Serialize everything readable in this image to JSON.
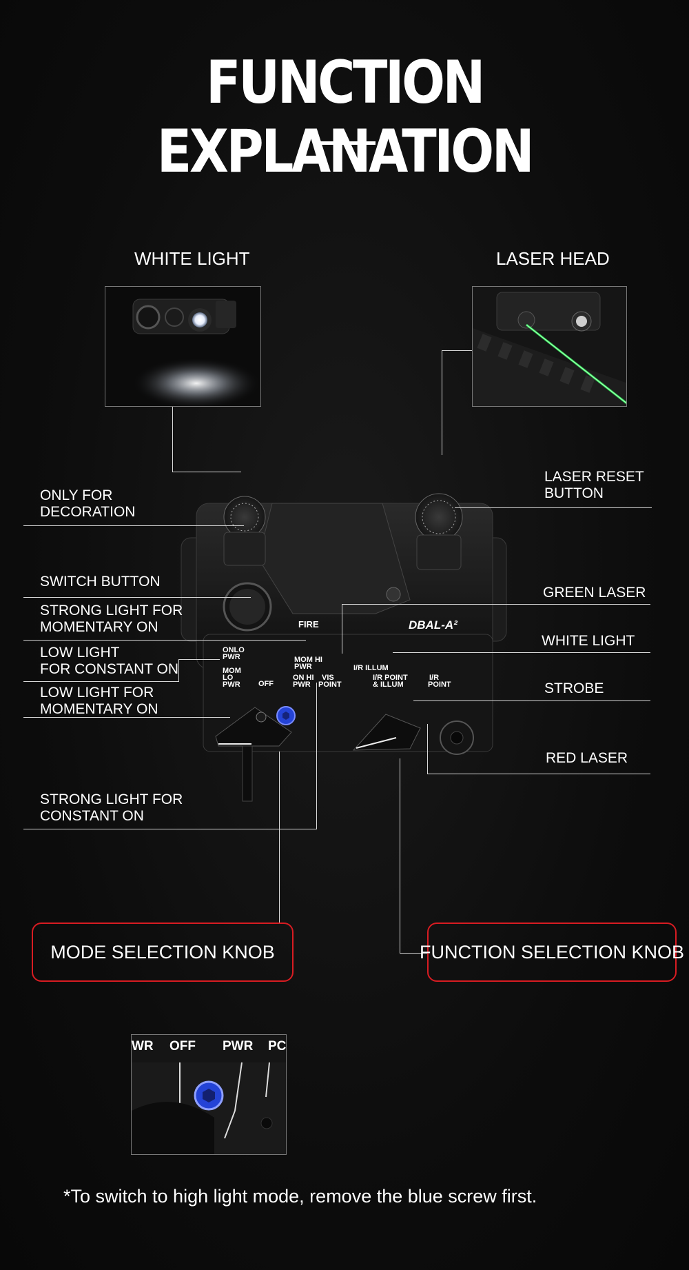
{
  "title": "FUNCTION EXPLANATION",
  "captions": {
    "white_light": "WHITE LIGHT",
    "laser_head": "LASER HEAD"
  },
  "labels": {
    "decoration": "ONLY  FOR\nDECORATION",
    "switch_button": "SWITCH  BUTTON",
    "strong_momentary": "STRONG LIGHT FOR\nMOMENTARY ON",
    "low_constant": "LOW LIGHT\nFOR CONSTANT ON",
    "low_momentary": "LOW LIGHT FOR\nMOMENTARY ON",
    "strong_constant": "STRONG LIGHT FOR\nCONSTANT ON",
    "laser_reset": "LASER RESET\nBUTTON",
    "green_laser": "GREEN  LASER",
    "white_light": "WHITE LIGHT",
    "strobe": "STROBE",
    "red_laser": "RED LASER"
  },
  "device": {
    "fire": "FIRE",
    "model": "DBAL-A²",
    "mode_labels": [
      "ONLO",
      "PWR",
      "MOM",
      "LO",
      "PWR",
      "OFF",
      "MOM HI",
      "PWR",
      "ON HI",
      "PWR"
    ],
    "function_labels": [
      "VIS",
      "POINT",
      "I/R ILLUM",
      "I/R POINT",
      "& ILLUM",
      "I/R",
      "POINT"
    ]
  },
  "knobs": {
    "mode": "MODE SELECTION KNOB",
    "function": "FUNCTION SELECTION KNOB"
  },
  "inset": {
    "labels": [
      "WR",
      "OFF",
      "PWR",
      "PC"
    ]
  },
  "note": "*To switch to high light mode, remove the blue screw first.",
  "colors": {
    "accent_red": "#d81c22",
    "screw_blue": "#2443d6",
    "laser_green": "#35e05a"
  }
}
